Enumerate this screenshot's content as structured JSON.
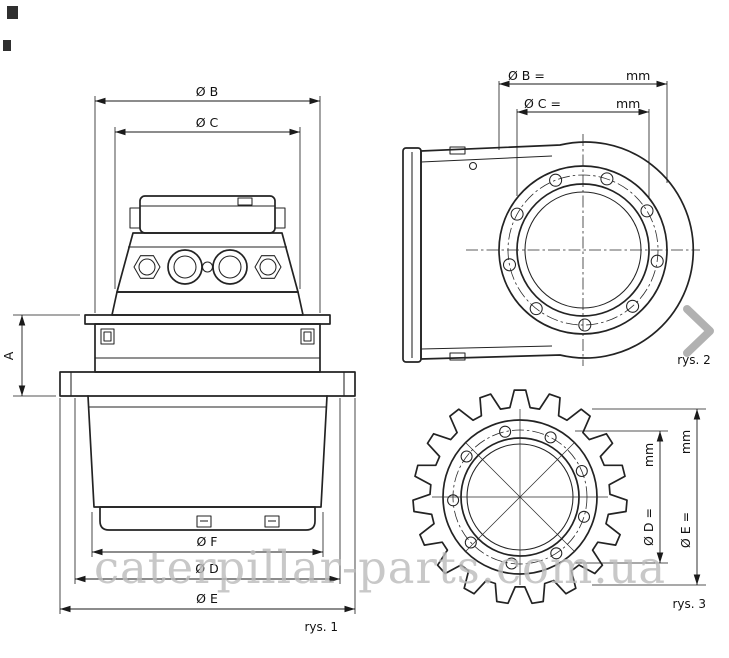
{
  "watermark": {
    "text": "caterpillar-parts.com.ua"
  },
  "fig1": {
    "caption": "rys. 1",
    "dim_b": "Ø B",
    "dim_c": "Ø C",
    "dim_a": "A",
    "dim_f": "Ø F",
    "dim_d": "Ø D",
    "dim_e": "Ø E"
  },
  "fig2": {
    "caption": "rys. 2",
    "dim_b_label": "Ø B =",
    "dim_b_unit": "mm",
    "dim_c_label": "Ø C =",
    "dim_c_unit": "mm"
  },
  "fig3": {
    "caption": "rys. 3",
    "dim_d_label": "Ø D =",
    "dim_d_unit": "mm",
    "dim_e_label": "Ø E =",
    "dim_e_unit": "mm"
  },
  "icons": {
    "next": "chevron-right"
  },
  "colors": {
    "line": "#232323",
    "watermark": "#bcbcbc",
    "chevron": "#9e9e9e",
    "background": "#ffffff"
  }
}
